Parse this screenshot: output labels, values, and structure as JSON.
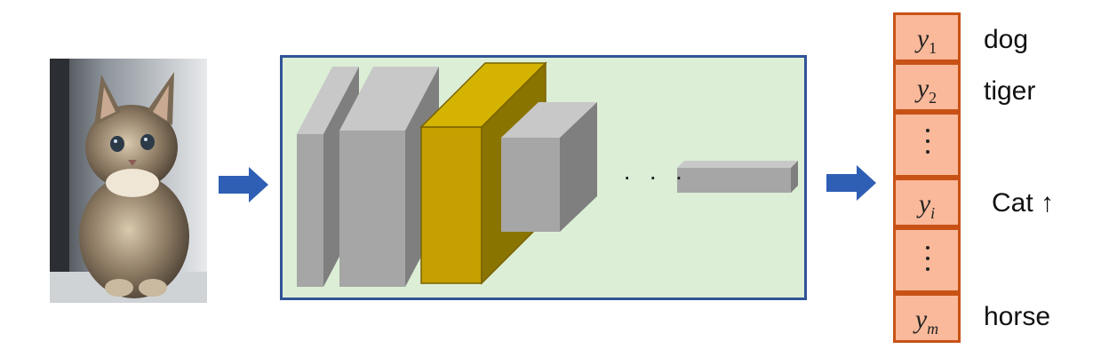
{
  "input_image": {
    "description_icon": "cat-photo"
  },
  "network": {
    "ellipsis": "· · ·"
  },
  "output": {
    "cells": [
      {
        "symbol": "y",
        "subscript": "1"
      },
      {
        "symbol": "y",
        "subscript": "2"
      },
      {
        "symbol": "",
        "subscript": ""
      },
      {
        "symbol": "y",
        "subscript": "i"
      },
      {
        "symbol": "",
        "subscript": ""
      },
      {
        "symbol": "y",
        "subscript": "m"
      }
    ],
    "labels": {
      "dog": "dog",
      "tiger": "tiger",
      "cat": "Cat",
      "cat_arrow": "↑",
      "horse": "horse"
    }
  },
  "colors": {
    "network_border": "#2f5496",
    "network_fill": "#dcefd6",
    "highlight_layer": "#c4a000",
    "output_fill": "#f9b99a",
    "output_border": "#c85216",
    "arrow": "#2f5fb5"
  }
}
